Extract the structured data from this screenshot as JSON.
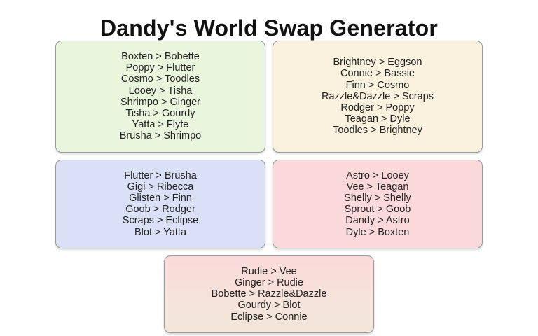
{
  "page": {
    "title": "Dandy's World Swap Generator",
    "background_color": "#ffffff"
  },
  "cards": [
    {
      "id": "card-1",
      "color": "#e9f6dd",
      "color_name": "light-green",
      "swaps": [
        "Boxten > Bobette",
        "Poppy > Flutter",
        "Cosmo > Toodles",
        "Looey > Tisha",
        "Shrimpo > Ginger",
        "Tisha > Gourdy",
        "Yatta > Flyte",
        "Brusha > Shrimpo"
      ]
    },
    {
      "id": "card-2",
      "color": "#faf2de",
      "color_name": "cream",
      "swaps": [
        "Brightney > Eggson",
        "Connie > Bassie",
        "Finn > Cosmo",
        "Razzle&Dazzle > Scraps",
        "Rodger > Poppy",
        "Teagan > Dyle",
        "Toodles > Brightney"
      ]
    },
    {
      "id": "card-3",
      "color": "#dae0f5",
      "color_name": "light-blue",
      "swaps": [
        "Flutter > Brusha",
        "Gigi > Ribecca",
        "Glisten > Finn",
        "Goob > Rodger",
        "Scraps > Eclipse",
        "Blot > Yatta"
      ]
    },
    {
      "id": "card-4",
      "color": "#fbd9da",
      "color_name": "light-pink",
      "swaps": [
        "Astro > Looey",
        "Vee > Teagan",
        "Shelly > Shelly",
        "Sprout > Goob",
        "Dandy > Astro",
        "Dyle > Boxten"
      ]
    },
    {
      "id": "card-5",
      "color": "#fbd9da",
      "color_name": "pink-to-cream-gradient",
      "swaps": [
        "Rudie > Vee",
        "Ginger > Rudie",
        "Bobette > Razzle&Dazzle",
        "Gourdy > Blot",
        "Eclipse > Connie"
      ]
    }
  ]
}
